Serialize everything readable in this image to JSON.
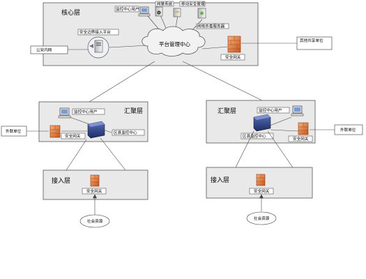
{
  "core": {
    "layer": "核心层",
    "platform": "平台管理中心",
    "monitor_user": "监控中心用户",
    "ops": "网管系统",
    "mobile": "移动安全管理",
    "antivirus": "网络杀毒服务器",
    "border": "安全边界接入平台",
    "gateway": "安全网关",
    "public_net": "公安内网",
    "other_units": "其他共享单位"
  },
  "left": {
    "layer": "汇聚层",
    "monitor_user": "监控中心用户",
    "gateway": "安全网关",
    "center": "区县监控中心",
    "external": "外联单位"
  },
  "right": {
    "layer": "汇聚层",
    "monitor_user": "监控中心用户",
    "center": "区县监控中心",
    "gateway": "安全网关",
    "external": "外联单位"
  },
  "access_left": {
    "layer": "接入层",
    "gateway": "安全网关",
    "social": "社会资源"
  },
  "access_right": {
    "layer": "接入层",
    "gateway": "安全网关",
    "social": "社会资源"
  },
  "colors": {
    "box_bg": "#e9e9e9",
    "firewall": "#e07a3a",
    "switch": "#2a3f82",
    "cloud": "#f2f2f2"
  }
}
